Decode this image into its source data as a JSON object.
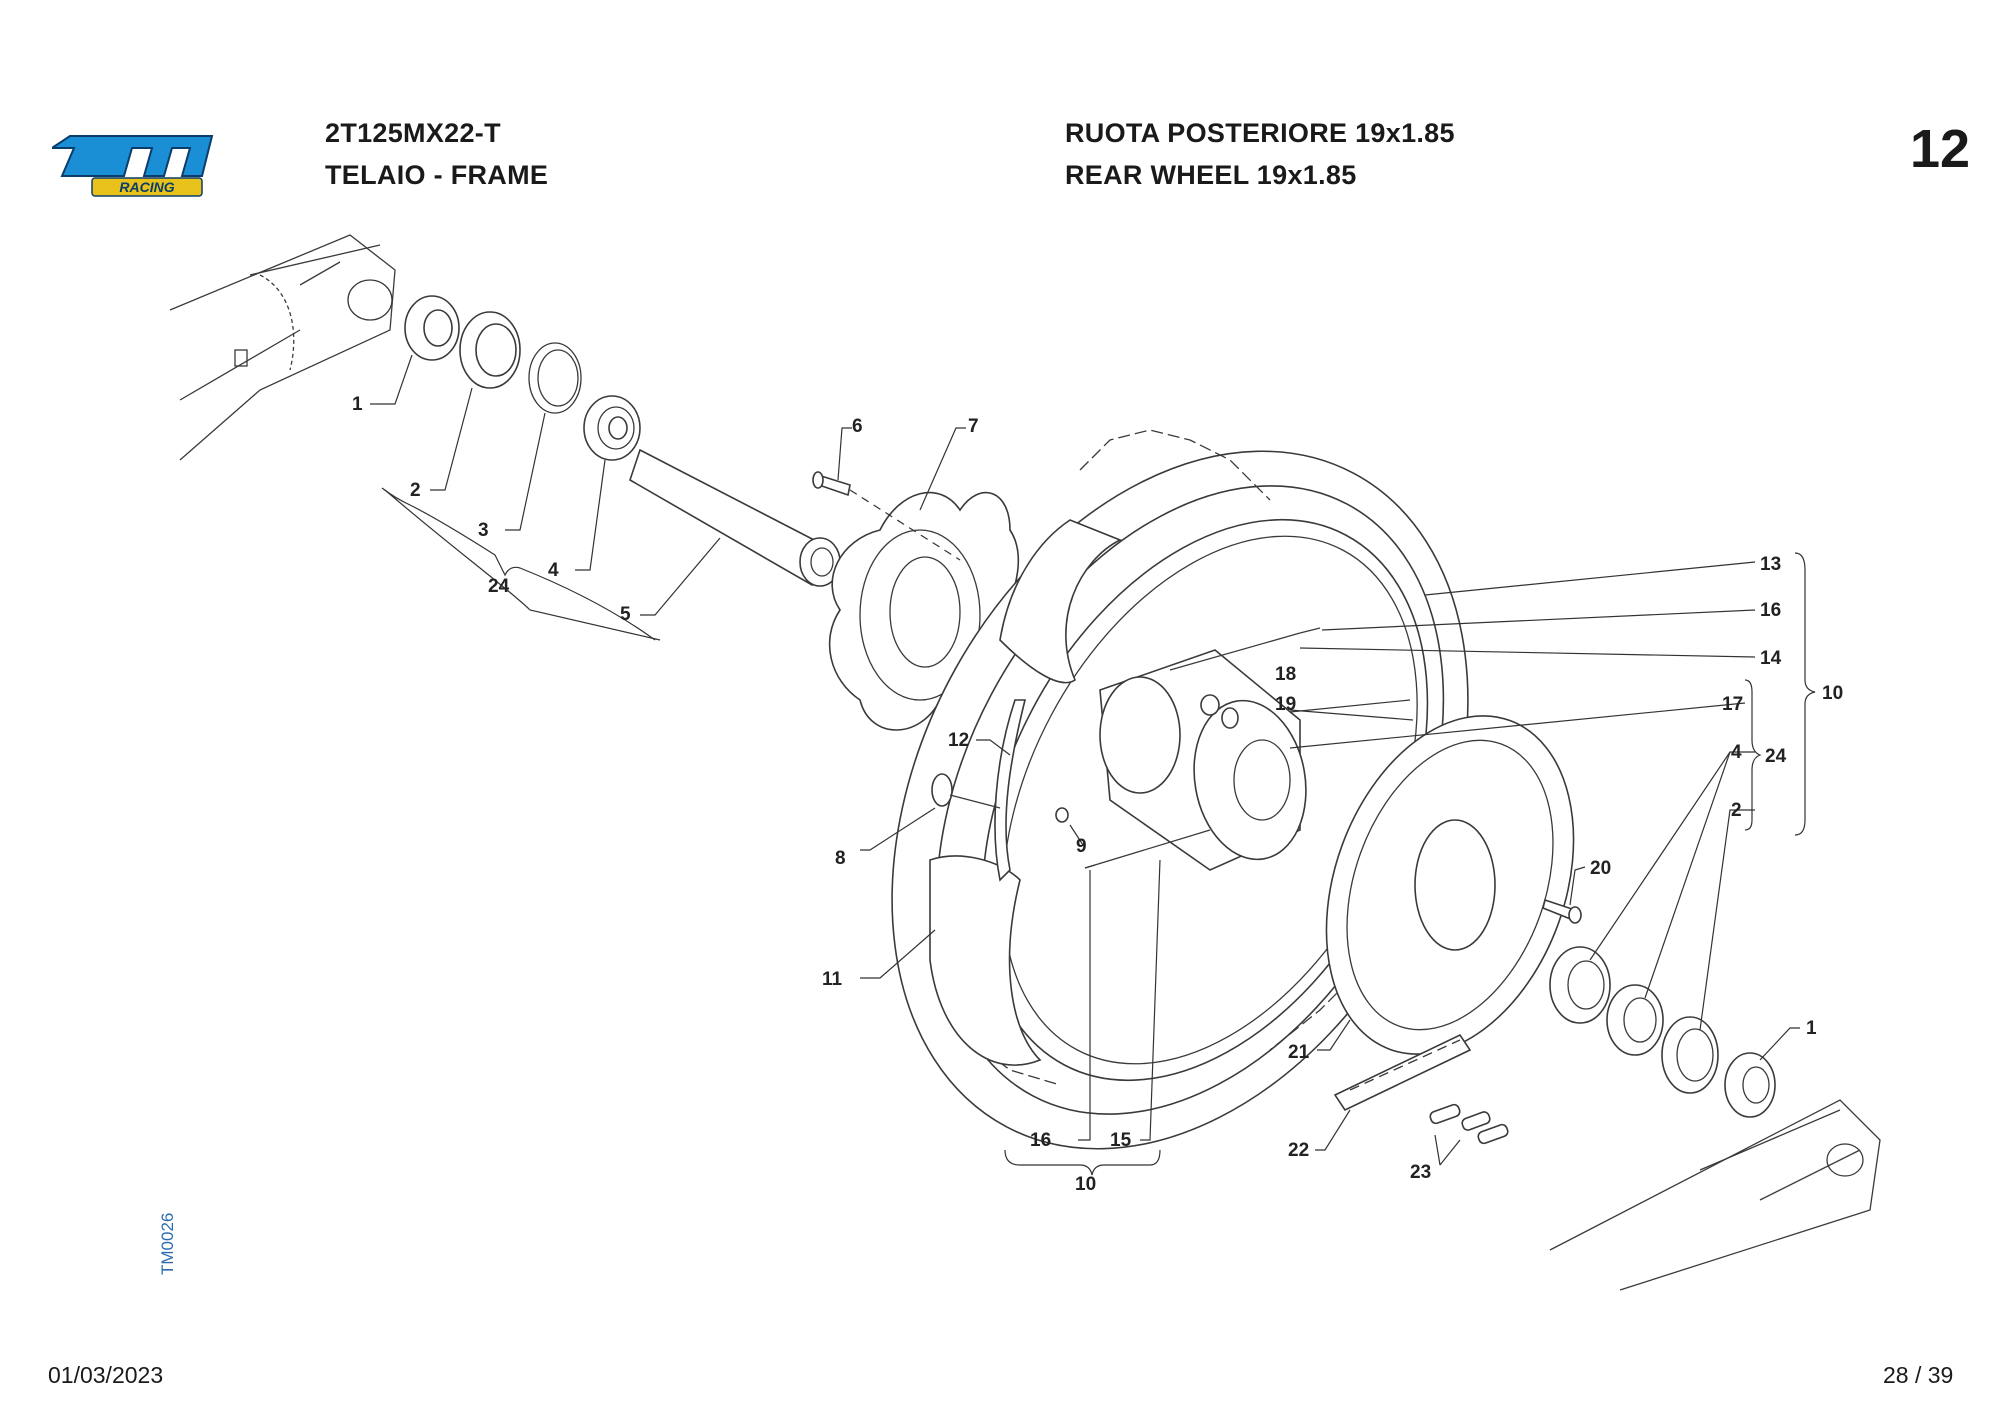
{
  "header": {
    "model": "2T125MX22-T",
    "section": "TELAIO - FRAME",
    "title_it": "RUOTA POSTERIORE 19x1.85",
    "title_en": "REAR WHEEL 19x1.85",
    "page_number": "12"
  },
  "logo": {
    "text": "tm",
    "sub": "RACING",
    "color": "#1a8fd6",
    "sub_color": "#e8c21a"
  },
  "footer": {
    "date": "01/03/2023",
    "pages": "28 / 39",
    "code": "TM0026"
  },
  "callouts": {
    "c1a": "1",
    "c2a": "2",
    "c3": "3",
    "c4a": "4",
    "c24a": "24",
    "c5": "5",
    "c6": "6",
    "c7": "7",
    "c8": "8",
    "c9": "9",
    "c11": "11",
    "c12": "12",
    "c13": "13",
    "c16a": "16",
    "c14": "14",
    "c10a": "10",
    "c17": "17",
    "c4b": "4",
    "c24b": "24",
    "c2b": "2",
    "c18": "18",
    "c19": "19",
    "c20": "20",
    "c21": "21",
    "c22": "22",
    "c23": "23",
    "c1b": "1",
    "c16b": "16",
    "c15": "15",
    "c10b": "10"
  }
}
